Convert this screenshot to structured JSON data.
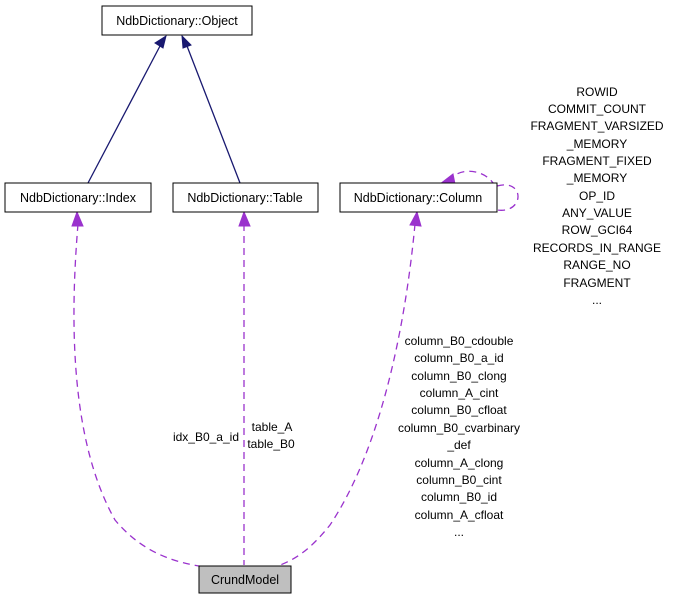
{
  "nodes": {
    "object": "NdbDictionary::Object",
    "index": "NdbDictionary::Index",
    "table": "NdbDictionary::Table",
    "column": "NdbDictionary::Column",
    "crund": "CrundModel"
  },
  "edge_labels": {
    "index_to_crund": [
      "idx_B0_a_id"
    ],
    "table_to_crund": [
      "table_A",
      "table_B0"
    ],
    "column_to_crund": [
      "column_B0_cdouble",
      "column_B0_a_id",
      "column_B0_clong",
      "column_A_cint",
      "column_B0_cfloat",
      "column_B0_cvarbinary",
      "_def",
      "column_A_clong",
      "column_B0_cint",
      "column_B0_id",
      "column_A_cfloat",
      "..."
    ],
    "column_self": [
      "ROWID",
      "COMMIT_COUNT",
      "FRAGMENT_VARSIZED",
      "_MEMORY",
      "FRAGMENT_FIXED",
      "_MEMORY",
      "OP_ID",
      "ANY_VALUE",
      "ROW_GCI64",
      "RECORDS_IN_RANGE",
      "RANGE_NO",
      "FRAGMENT",
      "..."
    ]
  },
  "colors": {
    "inheritance_edge": "#191970",
    "usage_edge": "#9a32cd",
    "focus_node_fill": "#bfbfbf"
  }
}
